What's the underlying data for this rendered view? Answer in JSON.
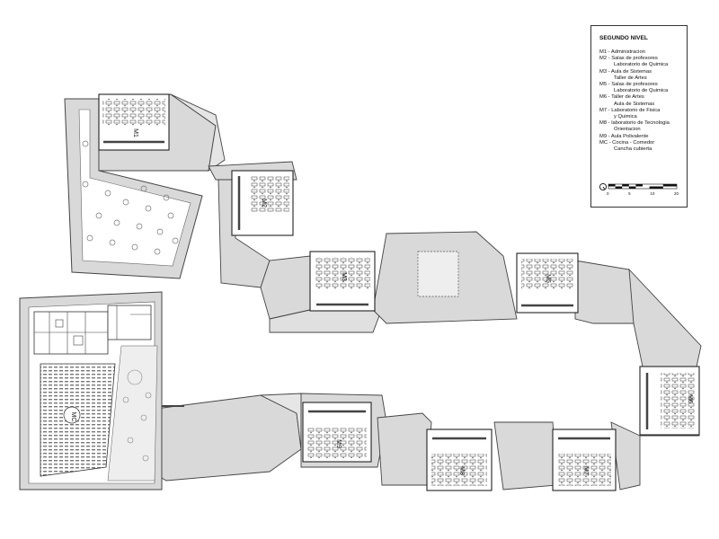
{
  "legend": {
    "title": "SEGUNDO NIVEL",
    "items": [
      {
        "code": "M1",
        "text": "M1 - Administracion",
        "cont": ""
      },
      {
        "code": "M2",
        "text": "M2 - Salas de profesores",
        "cont": "Laboratorio de Quimica"
      },
      {
        "code": "M3",
        "text": "M3 - Aula de Sistemas",
        "cont": "Taller de Artes"
      },
      {
        "code": "M5",
        "text": "M5 - Salas de profesores",
        "cont": "Laboratorio de Quimica"
      },
      {
        "code": "M6",
        "text": "M6 - Taller de Artes",
        "cont": "Aula de Sistemas"
      },
      {
        "code": "M7",
        "text": "M7 - Laboratorio de Fisica",
        "cont": "y Quimica"
      },
      {
        "code": "M8",
        "text": "M8 - laboratorio de Tecnologia",
        "cont": "Orientacion"
      },
      {
        "code": "M9",
        "text": "M9 - Aula Polivalente",
        "cont": ""
      },
      {
        "code": "MC",
        "text": "MC - Cocina - Comedor",
        "cont": "Cancha cubierta"
      }
    ],
    "scale_ticks": [
      "0",
      "5",
      "10",
      "20"
    ]
  },
  "module_labels": {
    "m1": "M1",
    "m2": "M2",
    "m3": "M3",
    "m5": "M5",
    "m6": "M6",
    "m7": "M7",
    "m8": "M8",
    "m9": "M9",
    "mc": "MC"
  },
  "colors": {
    "fill": "#d9d9d9",
    "line": "#444444",
    "room": "#ffffff"
  }
}
